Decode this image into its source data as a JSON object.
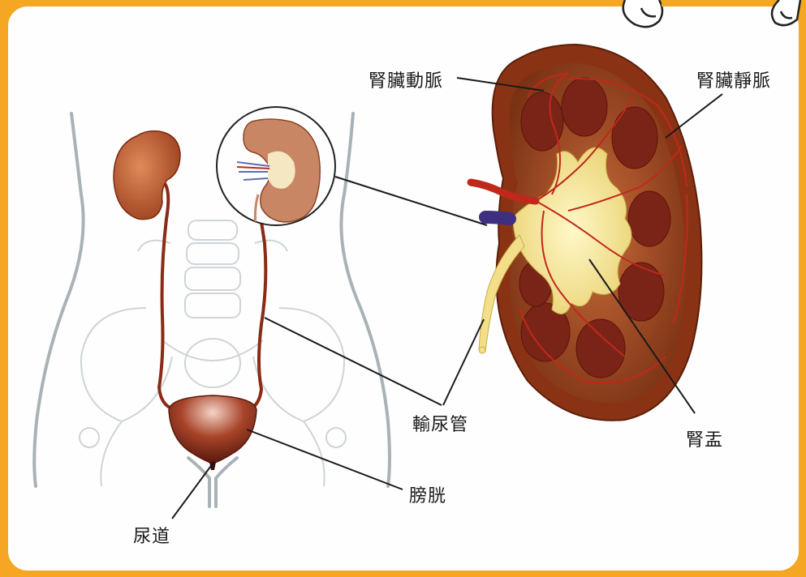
{
  "labels": {
    "renal_artery": "腎臟動脈",
    "renal_vein": "腎臟靜脈",
    "ureter": "輸尿管",
    "renal_pelvis": "腎盂",
    "bladder": "膀胱",
    "urethra": "尿道"
  },
  "colors": {
    "frame": "#f5a623",
    "panel": "#fefefe",
    "kidney_outer": "#b5542f",
    "kidney_cortex": "#7a2418",
    "pelvis": "#f7e79a",
    "vessel": "#c0281c",
    "vein": "#4a3a8c",
    "bladder": "#8b2a16",
    "body_outline": "#a9b2b6"
  }
}
